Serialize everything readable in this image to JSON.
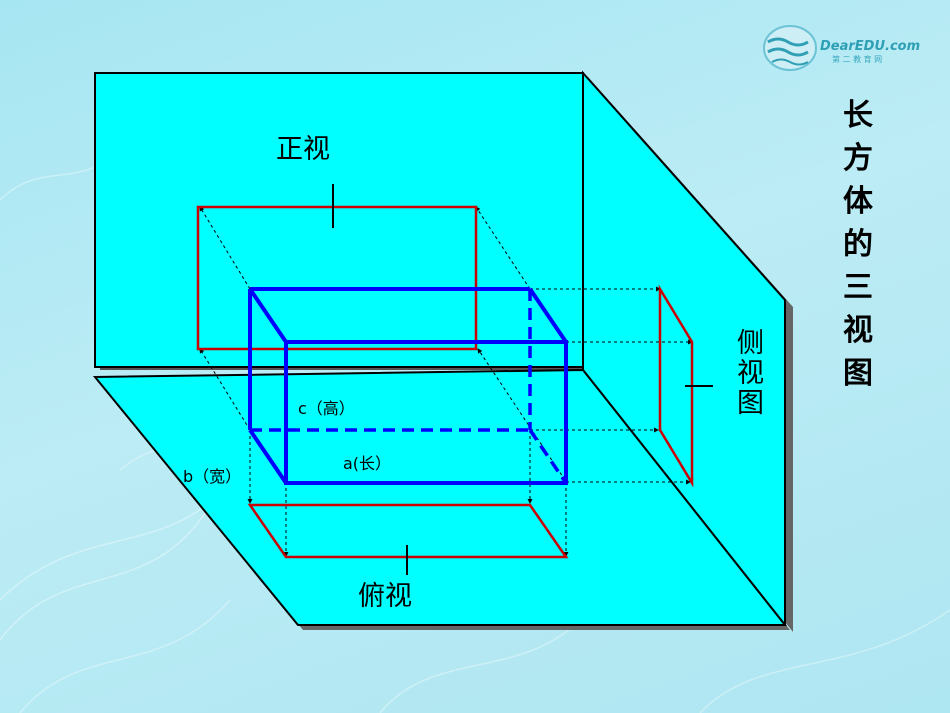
{
  "title_vertical": "长方体的三视图",
  "labels": {
    "front_view": "正视",
    "side_view": "侧视图",
    "top_view": "俯视",
    "height": "c（高）",
    "length": "a(长）",
    "width": "b（宽）"
  },
  "logo": {
    "brand": "DearEDU.com",
    "tagline": "第 二 教 育 网"
  },
  "colors": {
    "plane": "#00ffff",
    "box": "#0000ff",
    "projection": "#cc0000"
  }
}
